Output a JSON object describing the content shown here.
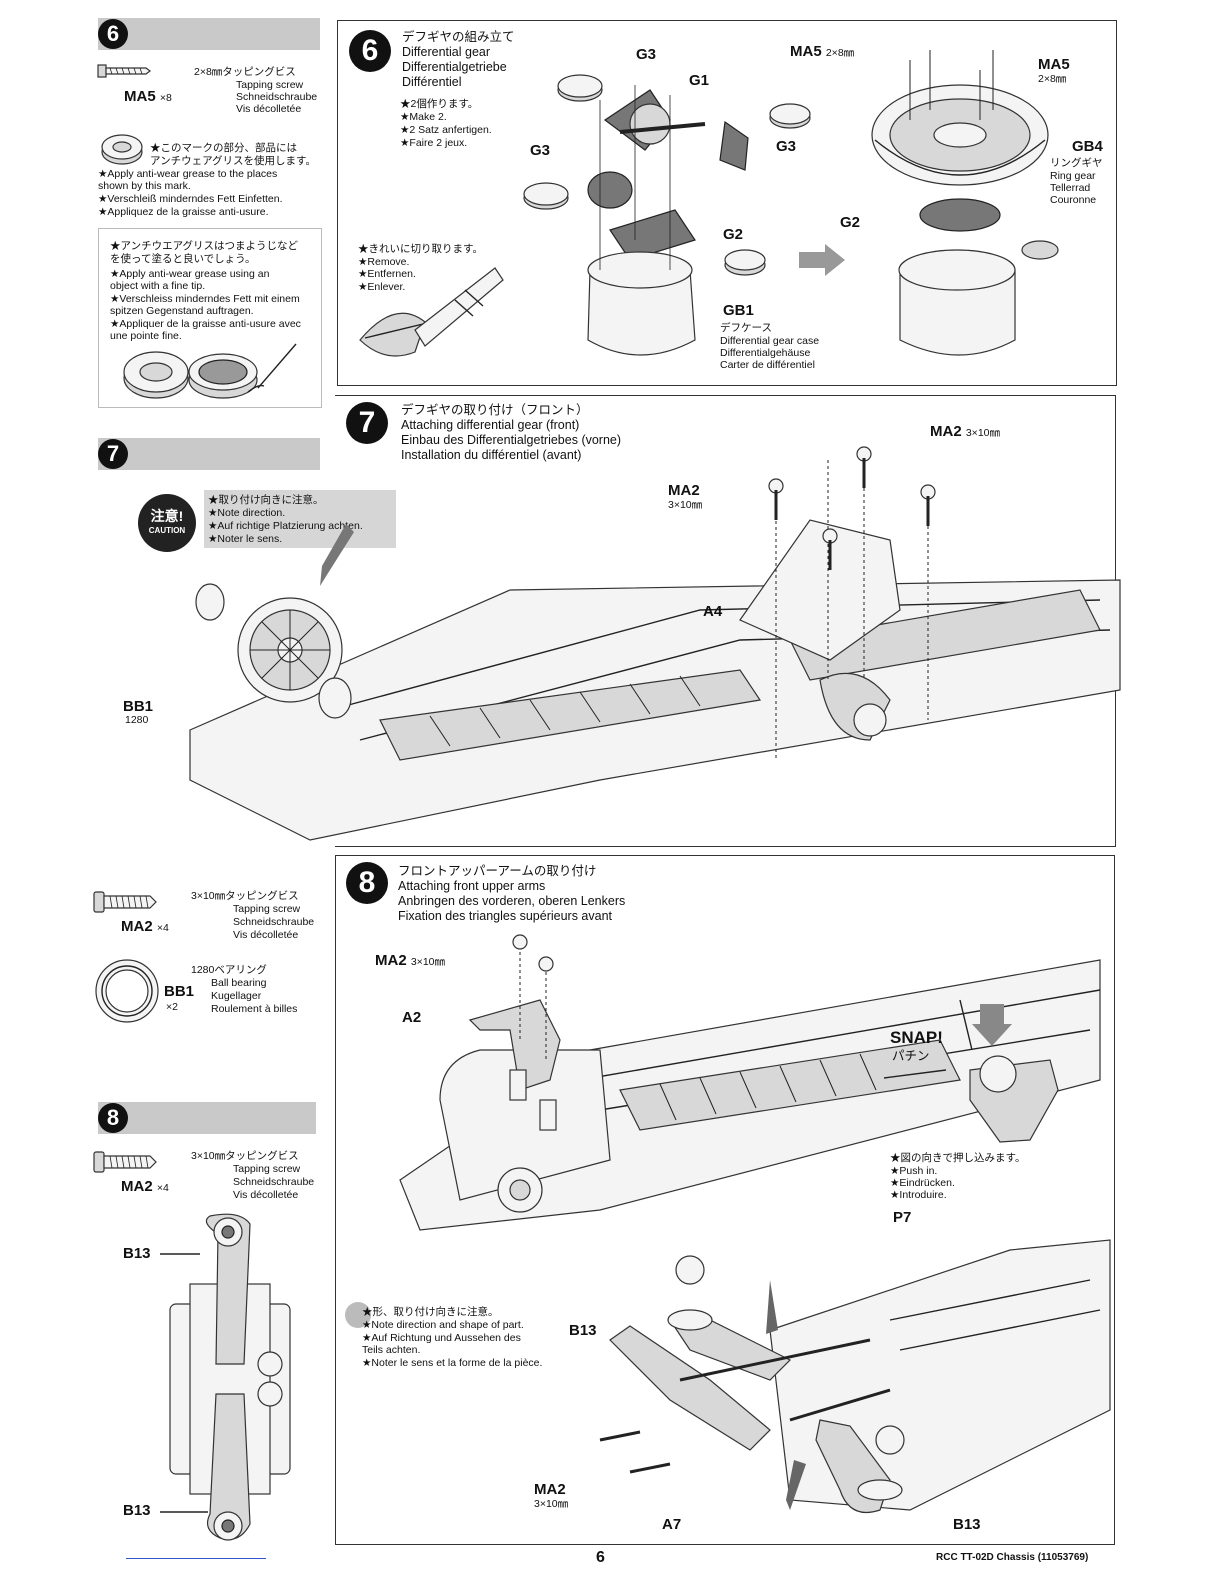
{
  "sidebar": {
    "step6": {
      "number": "6",
      "screw": {
        "id": "MA5",
        "count": "×8",
        "spec": "2×8㎜タッピングビス",
        "en": "Tapping screw",
        "de": "Schneidschraube",
        "fr": "Vis décolletée"
      },
      "grease_note": {
        "jp": "★このマークの部分、部品には",
        "jp2": "アンチウェアグリスを使用します。",
        "en": "★Apply anti-wear grease to the places",
        "en2": "shown by this mark.",
        "de": "★Verschleiß minderndes Fett Einfetten.",
        "fr": "★Appliquez de la graisse anti-usure."
      },
      "tip_note": {
        "jp": "★アンチウエアグリスはつまようじなど",
        "jp2": "を使って塗ると良いでしょう。",
        "en": "★Apply anti-wear grease using an",
        "en2": "object with a fine tip.",
        "de": "★Verschleiss minderndes Fett mit einem",
        "de2": "spitzen Gegenstand auftragen.",
        "fr": "★Appliquer de la graisse anti-usure avec",
        "fr2": "une pointe fine."
      }
    },
    "step7": {
      "number": "7",
      "screw": {
        "id": "MA2",
        "count": "×4",
        "spec": "3×10㎜タッピングビス",
        "en": "Tapping screw",
        "de": "Schneidschraube",
        "fr": "Vis décolletée"
      },
      "bearing": {
        "id": "BB1",
        "count": "×2",
        "spec": "1280ベアリング",
        "en": "Ball bearing",
        "de": "Kugellager",
        "fr": "Roulement à billes"
      }
    },
    "step8": {
      "number": "8",
      "screw": {
        "id": "MA2",
        "count": "×4",
        "spec": "3×10㎜タッピングビス",
        "en": "Tapping screw",
        "de": "Schneidschraube",
        "fr": "Vis décolletée"
      },
      "label_top": "B13",
      "label_bottom": "B13"
    }
  },
  "step6": {
    "number": "6",
    "title_jp": "デフギヤの組み立て",
    "title_en": "Differential gear",
    "title_de": "Differentialgetriebe",
    "title_fr": "Différentiel",
    "make2": {
      "jp": "★2個作ります。",
      "en": "★Make 2.",
      "de": "★2 Satz anfertigen.",
      "fr": "★Faire 2 jeux."
    },
    "cut": {
      "jp": "★きれいに切り取ります。",
      "en": "★Remove.",
      "de": "★Entfernen.",
      "fr": "★Enlever."
    },
    "labels": {
      "g3a": "G3",
      "g1": "G1",
      "g3b": "G3",
      "g3c": "G3",
      "g2": "G2",
      "gb1": "GB1",
      "g2b": "G2",
      "gb4": "GB4",
      "ma5a": "MA5",
      "ma5a_spec": "2×8㎜",
      "ma5b": "MA5",
      "ma5b_spec": "2×8㎜"
    },
    "gb1_desc": {
      "jp": "デフケース",
      "en": "Differential gear case",
      "de": "Differentialgehäuse",
      "fr": "Carter de différentiel"
    },
    "gb4_desc": {
      "jp": "リングギヤ",
      "en": "Ring gear",
      "de": "Tellerrad",
      "fr": "Couronne"
    }
  },
  "step7": {
    "number": "7",
    "title_jp": "デフギヤの取り付け（フロント）",
    "title_en": "Attaching differential gear (front)",
    "title_de": "Einbau des Differentialgetriebes (vorne)",
    "title_fr": "Installation du différentiel (avant)",
    "caution_jp": "注意!",
    "caution_en": "CAUTION",
    "note": {
      "jp": "★取り付け向きに注意。",
      "en": "★Note direction.",
      "de": "★Auf richtige Platzierung achten.",
      "fr": "★Noter le sens."
    },
    "labels": {
      "bb1": "BB1",
      "bb1_size": "1280",
      "ma2a": "MA2",
      "ma2a_spec": "3×10㎜",
      "ma2b": "MA2",
      "ma2b_spec": "3×10㎜",
      "a4": "A4"
    }
  },
  "step8": {
    "number": "8",
    "title_jp": "フロントアッパーアームの取り付け",
    "title_en": "Attaching front upper arms",
    "title_de": "Anbringen des vorderen, oberen Lenkers",
    "title_fr": "Fixation des triangles supérieurs avant",
    "snap": "SNAP!",
    "snap_jp": "パチン",
    "push": {
      "jp": "★図の向きで押し込みます。",
      "en": "★Push in.",
      "de": "★Eindrücken.",
      "fr": "★Introduire."
    },
    "shape": {
      "jp": "★形、取り付け向きに注意。",
      "en": "★Note direction and shape of part.",
      "de": "★Auf Richtung und Aussehen des",
      "de2": "Teils achten.",
      "fr": "★Noter le sens et la forme de la pièce."
    },
    "labels": {
      "ma2a": "MA2",
      "ma2a_spec": "3×10㎜",
      "a2": "A2",
      "p7": "P7",
      "b13a": "B13",
      "ma2b": "MA2",
      "ma2b_spec": "3×10㎜",
      "a7": "A7",
      "b13b": "B13"
    }
  },
  "footer": {
    "page": "6",
    "model": "RCC TT-02D Chassis (11053769)"
  }
}
